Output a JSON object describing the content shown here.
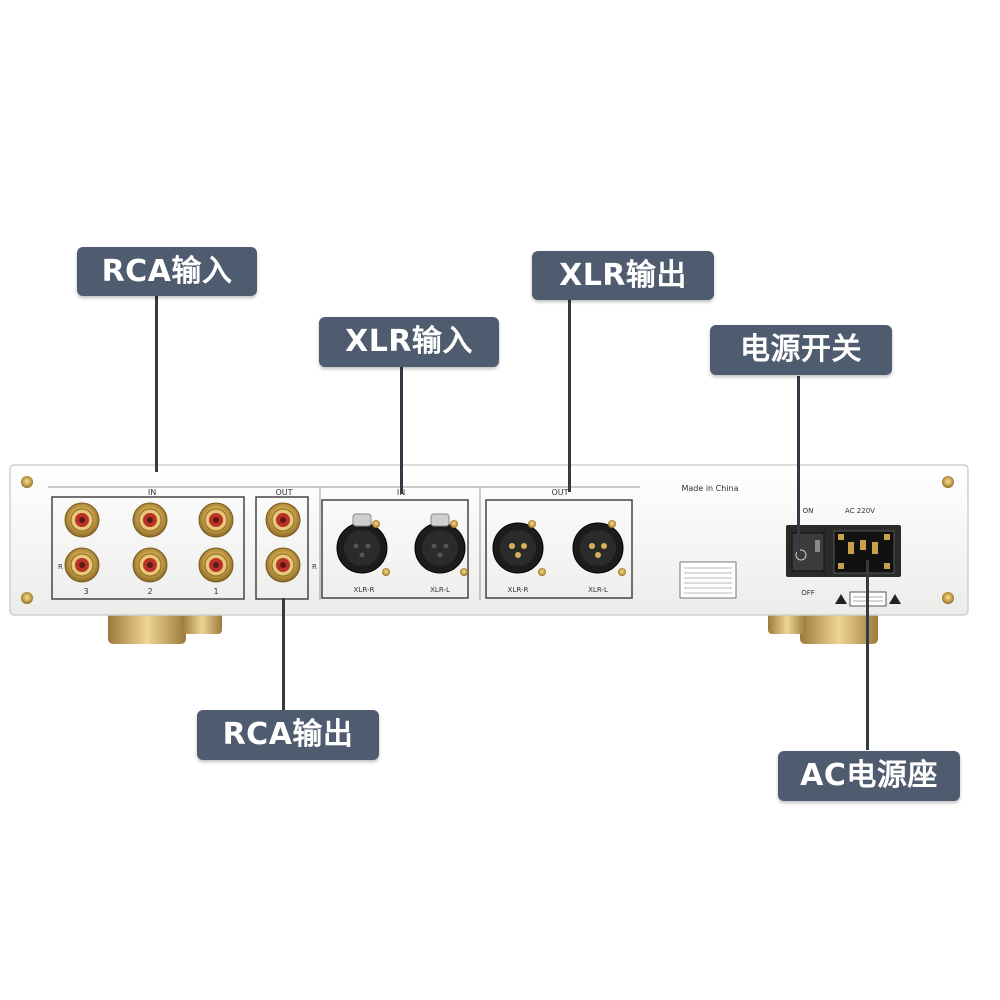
{
  "callouts": {
    "rca_in": "RCA输入",
    "xlr_in": "XLR输入",
    "xlr_out": "XLR输出",
    "power_switch": "电源开关",
    "rca_out": "RCA输出",
    "ac_socket": "AC电源座"
  },
  "panel_labels": {
    "in_rca": "IN",
    "out_rca": "OUT",
    "in_xlr": "IN",
    "out_xlr": "OUT",
    "made_in": "Made in China",
    "on": "ON",
    "off": "OFF",
    "ac_rating": "AC 220V",
    "rca_channel_1": "3",
    "rca_channel_2": "2",
    "rca_channel_3": "1",
    "side_r": "R",
    "xlr_in_r": "XLR-R",
    "xlr_in_l": "XLR-L",
    "xlr_out_r": "XLR-R",
    "xlr_out_l": "XLR-L"
  },
  "colors": {
    "callout_bg": "#4f5b6e",
    "callout_text": "#ffffff",
    "leader_line": "#333a44",
    "gold": "#c9a14a",
    "panel": "#f7f7f6"
  }
}
